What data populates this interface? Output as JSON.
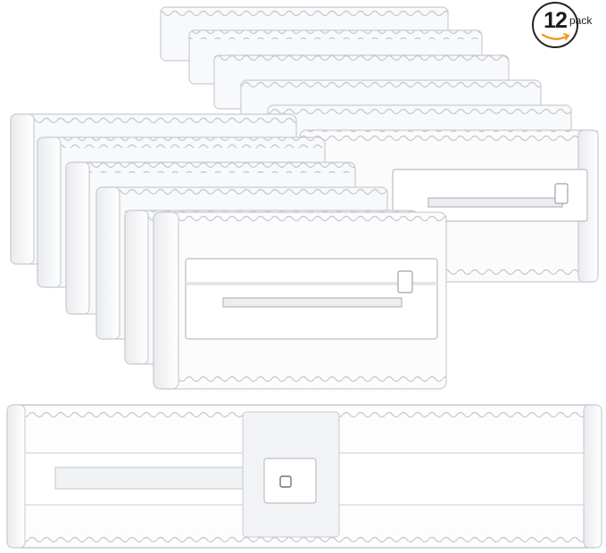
{
  "badge": {
    "count": "12",
    "word": "pack"
  },
  "colors": {
    "background": "#ffffff",
    "product_outline": "#c9ccd1",
    "product_fill": "#f6f7f9",
    "slider": "#aeb3ba",
    "smile": "#f39a1e"
  },
  "product": {
    "name_visible": "",
    "units_shown_stacked": 12,
    "front_view_units": 1
  }
}
